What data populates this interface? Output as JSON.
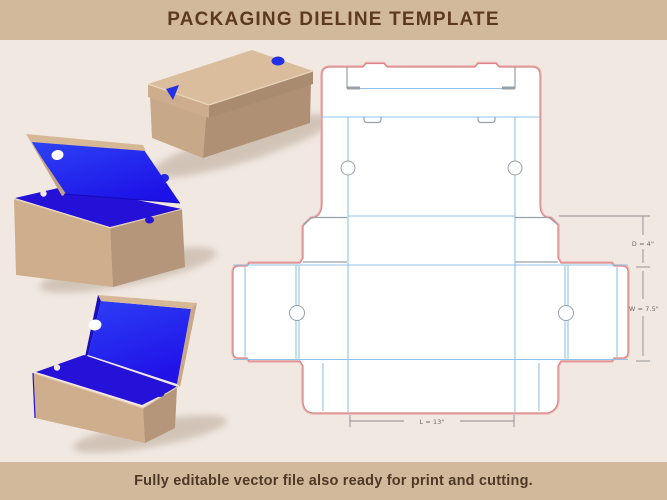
{
  "header": {
    "title": "PACKAGING DIELINE TEMPLATE"
  },
  "footer": {
    "caption": "Fully editable vector file also ready for print and cutting."
  },
  "dieline": {
    "dim_depth": "D = 4\"",
    "dim_width": "W = 7.5\"",
    "dim_length": "L = 13\"",
    "colors": {
      "cut_line": "#d98585",
      "bleed_line": "#edb6b6",
      "fold_line": "#8fc4e8",
      "aux_line": "#98a0a8",
      "panel_fill": "#ffffff",
      "dimension_line": "#8d8d8d"
    }
  },
  "illustrations": {
    "closed_shoebox": "closed kraft shoebox with blue thumb notches",
    "open_shoebox_upper": "open kraft shoebox, blue interior lid raised",
    "open_shoebox_lower": "open kraft shoebox, blue interior lid raised",
    "colors": {
      "kraft_light": "#d9bd9d",
      "kraft_mid": "#cfae8e",
      "kraft_dark": "#b5967a",
      "interior_blue": "#2c3ef5",
      "interior_blue_dark": "#2511d8",
      "hole_white": "#ffffff"
    }
  },
  "palette": {
    "band": "#d3b99c",
    "background": "#f1e8e1",
    "title_text": "#5c3a1d",
    "footer_text": "#503827"
  }
}
